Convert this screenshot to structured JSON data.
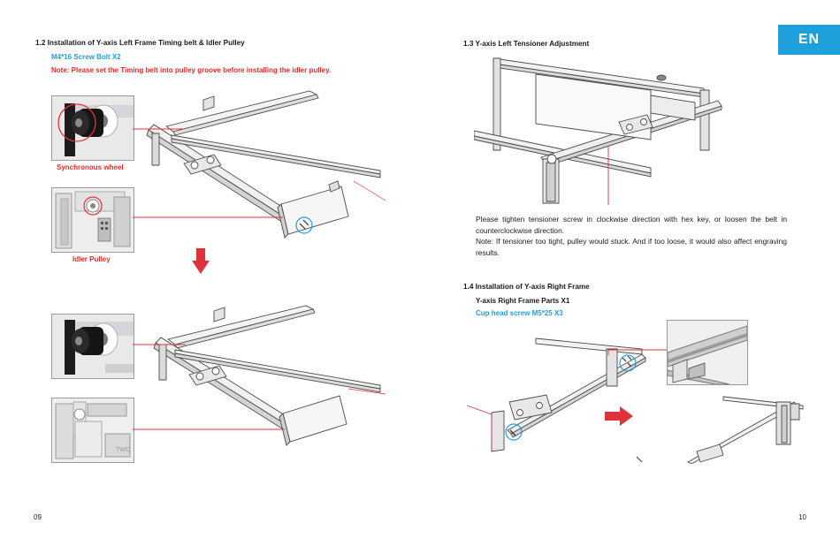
{
  "left_page": {
    "section_title": "1.2  Installation of Y-axis Left Frame Timing belt & Idler Pulley",
    "screw_spec": "M4*16 Screw Bolt X2",
    "note": "Note: Please set the Timing belt into pulley groove before installing the idler pulley.",
    "caption_synchronous": "Synchronous wheel",
    "caption_idler": "Idler Pulley",
    "page_number": "09"
  },
  "right_page": {
    "lang_tab": "EN",
    "section_1_3_title": "1.3  Y-axis Left Tensioner Adjustment",
    "tensioner_text": "Please tighten tensioner screw in clockwise direction with hex key, or loosen the belt in counterclockwise direction.",
    "tensioner_note": "Note: If tensioner too tight, pulley would stuck. And if too loose, it would also affect engraving results.",
    "section_1_4_title": "1.4  Installation of Y-axis Right Frame",
    "parts_label": "Y-axis Right Frame Parts X1",
    "screw_label": "Cup head screw M5*25  X3",
    "page_number": "10"
  },
  "colors": {
    "accent_blue": "#1ea0dc",
    "warning_red": "#e32a2a",
    "callout_red": "#e0323a"
  },
  "icons": [
    "arrow-down-icon",
    "arrow-right-icon"
  ]
}
